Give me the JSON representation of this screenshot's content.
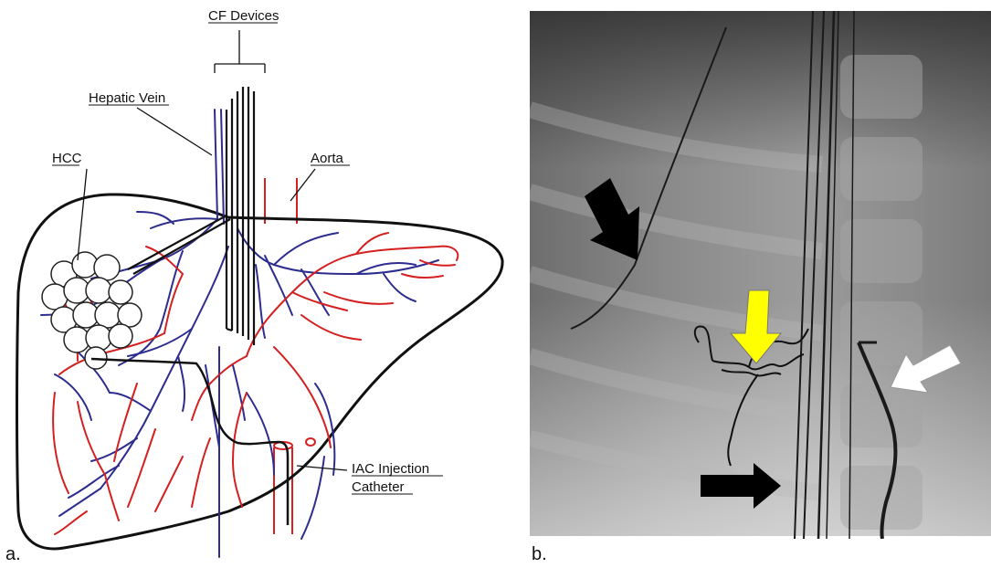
{
  "panel_a": {
    "letter": "a.",
    "labels": {
      "cf_devices": "CF Devices",
      "hepatic_vein": "Hepatic Vein",
      "hcc": "HCC",
      "aorta": "Aorta",
      "iac_line1": "IAC Injection",
      "iac_line2": "Catheter"
    },
    "colors": {
      "vein": "#2d2d8f",
      "artery": "#d42020",
      "outline": "#111111",
      "device": "#222222"
    }
  },
  "panel_b": {
    "letter": "b.",
    "arrow_colors": {
      "black": "#000000",
      "yellow": "#ffff00",
      "white": "#ffffff"
    }
  }
}
